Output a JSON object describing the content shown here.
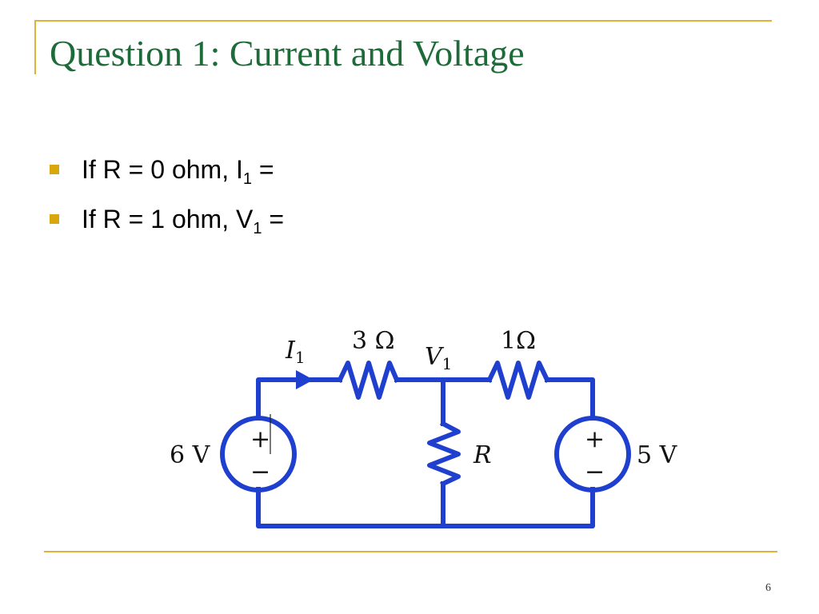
{
  "title": "Question 1: Current and Voltage",
  "bullets": [
    {
      "prefix": "If R = 0 ohm, I",
      "sub": "1",
      "suffix": " ="
    },
    {
      "prefix": "If R = 1 ohm, V",
      "sub": "1",
      "suffix": " ="
    }
  ],
  "circuit": {
    "i_label": "I",
    "i_sub": "1",
    "v_label": "V",
    "v_sub": "1",
    "r1_label": "3 Ω",
    "r2_label": "1Ω",
    "r_label": "R",
    "source_left_label": "6 V",
    "source_right_label": "5 V",
    "plus": "+",
    "minus": "−",
    "wire_color": "#1f3fcf"
  },
  "page_number": "6"
}
